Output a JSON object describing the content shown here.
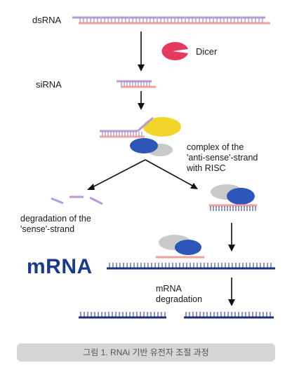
{
  "labels": {
    "dsrna": "dsRNA",
    "dicer": "Dicer",
    "sirna": "siRNA",
    "complex_lines": [
      "complex of the",
      "'anti-sense'-strand",
      "with RISC"
    ],
    "degradation_sense_lines": [
      "degradation of the",
      "'sense'-strand"
    ],
    "mrna_big": "mRNA",
    "mrna_degradation_lines": [
      "mRNA",
      "degradation"
    ]
  },
  "caption": "그림 1. RNAi 기반 유전자 조절 과정",
  "colors": {
    "sense_strand": "#b79ad6",
    "antisense_strand": "#f0a0a0",
    "mrna_strand": "#1c2f7a",
    "dicer": "#e33a5d",
    "risc_yellow": "#f2d52a",
    "risc_blue": "#2e55b8",
    "risc_gray": "#c9c9c9",
    "arrow": "#111111",
    "caption_bg": "#d6d6d6"
  }
}
